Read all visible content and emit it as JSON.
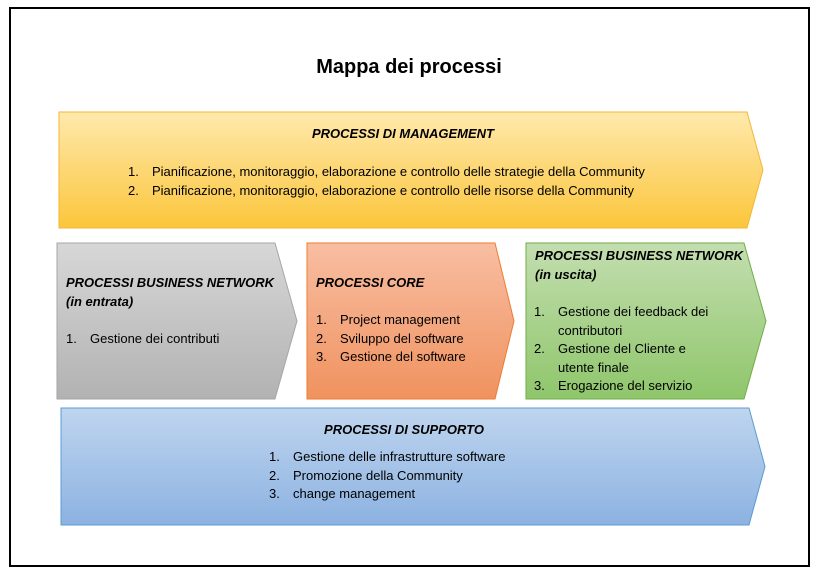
{
  "title": "Mappa dei processi",
  "colors": {
    "management": "#fcd470",
    "business_in": "#c4c4c4",
    "core": "#f4a280",
    "business_out": "#a7d08a",
    "supporto": "#a7c5e8"
  },
  "management": {
    "heading": "PROCESSI DI MANAGEMENT",
    "items": [
      {
        "num": "1.",
        "text": "Pianificazione, monitoraggio, elaborazione e controllo delle strategie della Community"
      },
      {
        "num": "2.",
        "text": "Pianificazione, monitoraggio, elaborazione e controllo delle risorse della Community"
      }
    ]
  },
  "business_in": {
    "heading_line1": "PROCESSI BUSINESS NETWORK",
    "heading_line2": "(in entrata)",
    "items": [
      {
        "num": "1.",
        "text": "Gestione dei contributi"
      }
    ]
  },
  "core": {
    "heading": "PROCESSI CORE",
    "items": [
      {
        "num": "1.",
        "text": "Project management"
      },
      {
        "num": "2.",
        "text": "Sviluppo del software"
      },
      {
        "num": "3.",
        "text": "Gestione del software"
      }
    ]
  },
  "business_out": {
    "heading_line1": "PROCESSI BUSINESS NETWORK",
    "heading_line2": "(in uscita)",
    "items": [
      {
        "num": "1.",
        "text": "Gestione dei feedback dei contributori"
      },
      {
        "num": "2.",
        "text": "Gestione del Cliente e utente finale"
      },
      {
        "num": "3.",
        "text": "Erogazione del servizio"
      }
    ]
  },
  "supporto": {
    "heading": "PROCESSI DI SUPPORTO",
    "items": [
      {
        "num": "1.",
        "text": "Gestione delle infrastrutture software"
      },
      {
        "num": "2.",
        "text": "Promozione della Community"
      },
      {
        "num": "3.",
        "text": "change management"
      }
    ]
  }
}
